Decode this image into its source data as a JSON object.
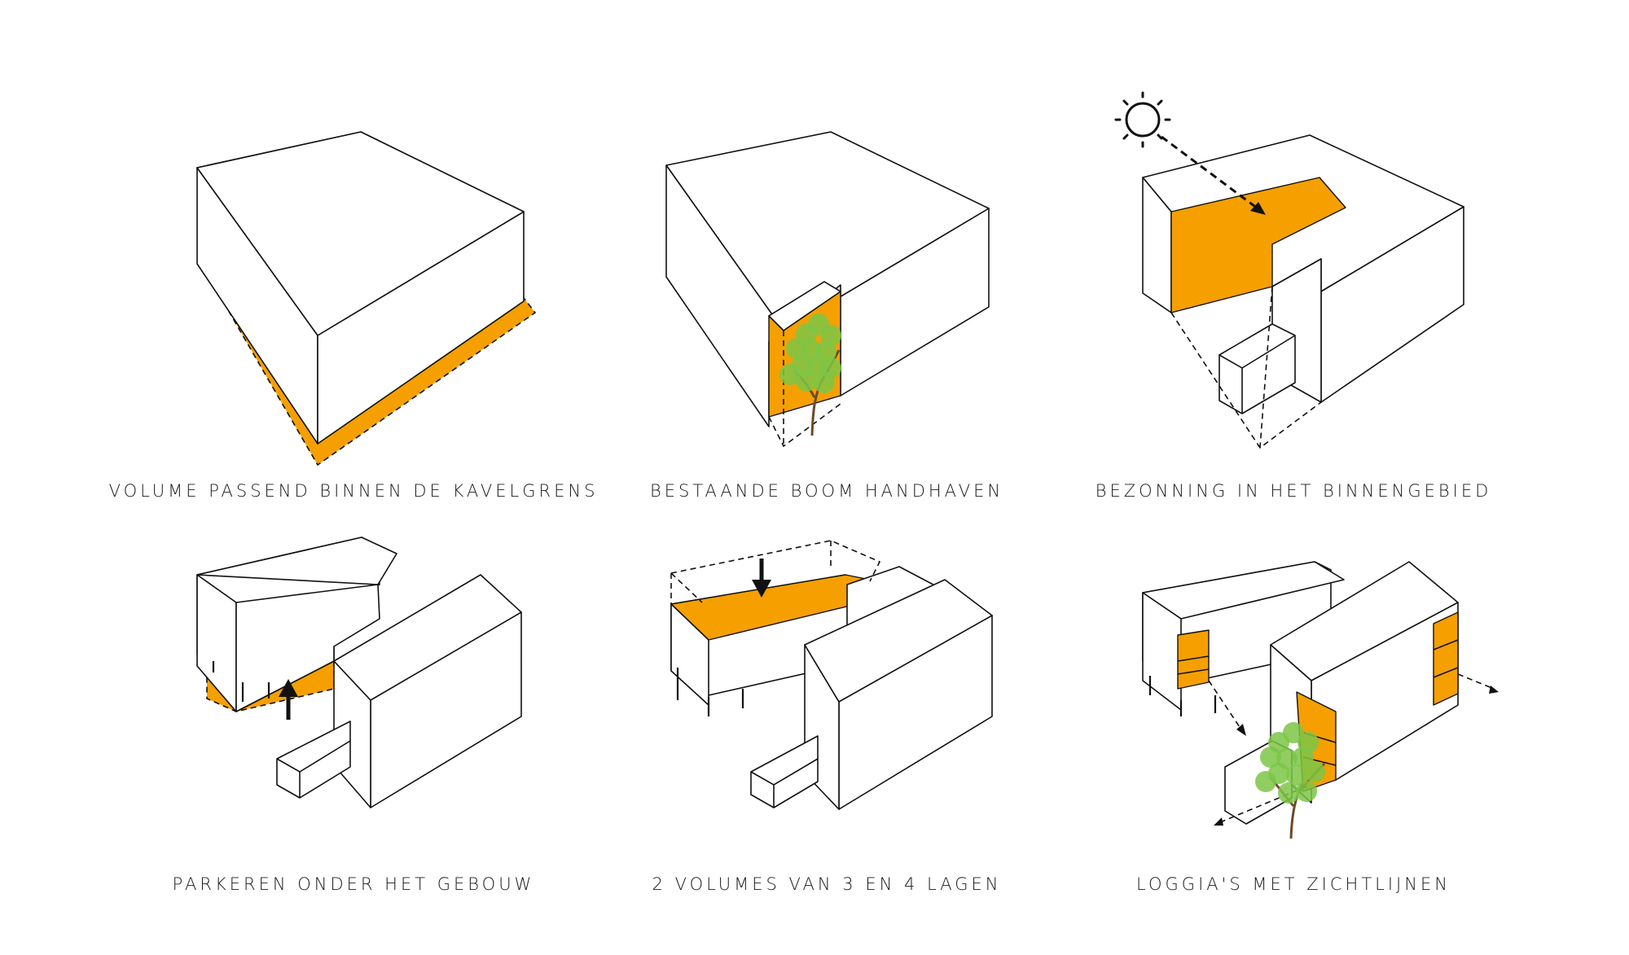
{
  "diagrams": [
    {
      "caption": "VOLUME PASSEND BINNEN DE KAVELGRENS"
    },
    {
      "caption": "BESTAANDE BOOM HANDHAVEN"
    },
    {
      "caption": "BEZONNING IN HET BINNENGEBIED"
    },
    {
      "caption": "PARKEREN ONDER HET GEBOUW"
    },
    {
      "caption": "2 VOLUMES VAN 3 EN 4 LAGEN"
    },
    {
      "caption": "LOGGIA'S MET ZICHTLIJNEN"
    }
  ],
  "colors": {
    "accent": "#f5a000",
    "line": "#111111",
    "tree": "#6cbf3a",
    "background": "#ffffff"
  },
  "icons": [
    "sun-icon",
    "arrow-up-icon",
    "arrow-down-icon",
    "tree-icon"
  ]
}
